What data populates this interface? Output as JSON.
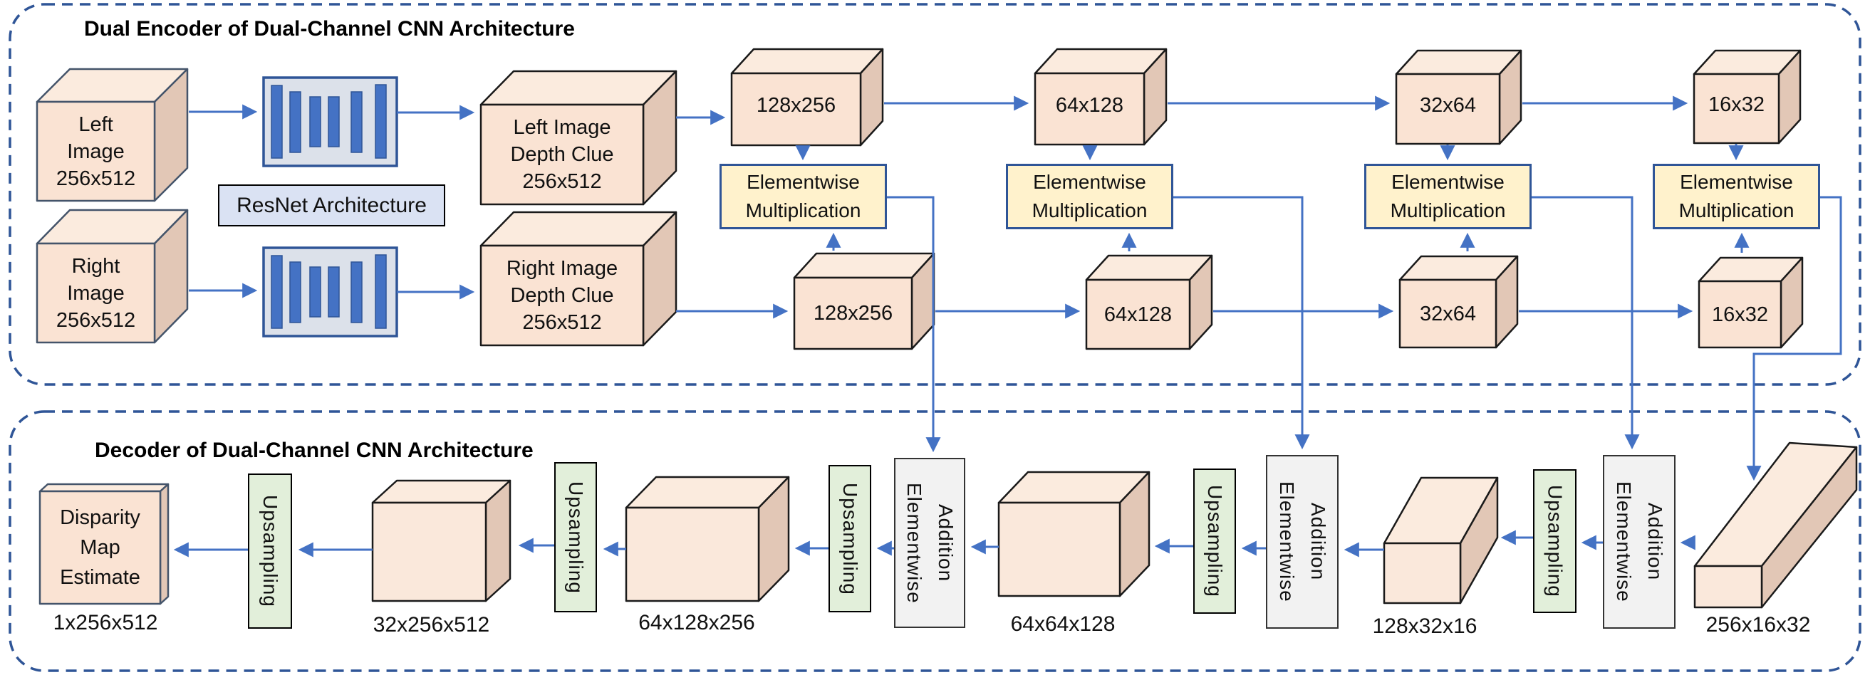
{
  "diagram": {
    "encoder": {
      "title": "Dual Encoder of Dual-Channel CNN Architecture",
      "left_input_label": "Left\nImage\n256x512",
      "right_input_label": "Right\nImage\n256x512",
      "resnet_module_label": "ResNet Architecture",
      "left_depth_label": "Left Image\nDepth Clue\n256x512",
      "right_depth_label": "Right Image\nDepth Clue\n256x512",
      "left_feature_maps": [
        "128x256",
        "64x128",
        "32x64",
        "16x32"
      ],
      "right_feature_maps": [
        "128x256",
        "64x128",
        "32x64",
        "16x32"
      ],
      "fusion_op_label": "Elementwise\nMultiplication"
    },
    "decoder": {
      "title": "Decoder of Dual-Channel CNN Architecture",
      "output_label": "Disparity\nMap\nEstimate",
      "output_dims": "1x256x512",
      "feature_dims": [
        "32x256x512",
        "64x128x256",
        "64x64x128",
        "128x32x16",
        "256x16x32"
      ],
      "upsample_op_label": "Upsampling",
      "addition_op_label": "Elementwise\nAddition"
    },
    "colors": {
      "arrow_blue": "#4472C4",
      "dashed_border_blue": "#2F5597",
      "cube_front": "#FAE3D3",
      "cube_top": "#FBEBDE",
      "cube_side": "#E2C7B6",
      "fusion_box_fill": "#FFF2CC",
      "resnet_label_fill": "#DAE2F3",
      "resnet_module_fill": "#DCE1EA",
      "resnet_bar_fill": "#4472C4",
      "upsampling_fill": "#E2EFDA",
      "addition_fill": "#F2F2F2"
    }
  }
}
